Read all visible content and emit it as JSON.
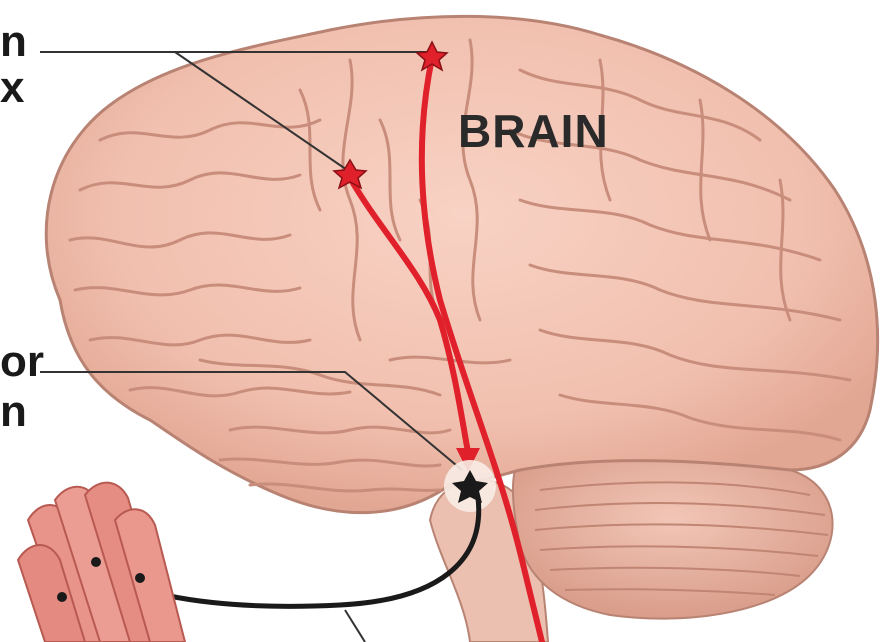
{
  "labels": {
    "brain": "BRAIN",
    "cortex_line1": "n",
    "cortex_line2": "x",
    "motor_line1": "or",
    "motor_line2": "n"
  },
  "colors": {
    "brain_fill": "#f3c3b3",
    "brain_fold": "#c98d7c",
    "cerebellum_fill": "#ebb8a8",
    "brainstem_fill": "#ecc0b0",
    "pathway_red": "#e0202a",
    "neuron_black": "#1a1a1a",
    "muscle_fill": "#e8948a",
    "leader_line": "#333333"
  },
  "icons": [
    "upper-neuron-star-icon",
    "lower-neuron-star-icon",
    "motor-neuron-icon"
  ]
}
